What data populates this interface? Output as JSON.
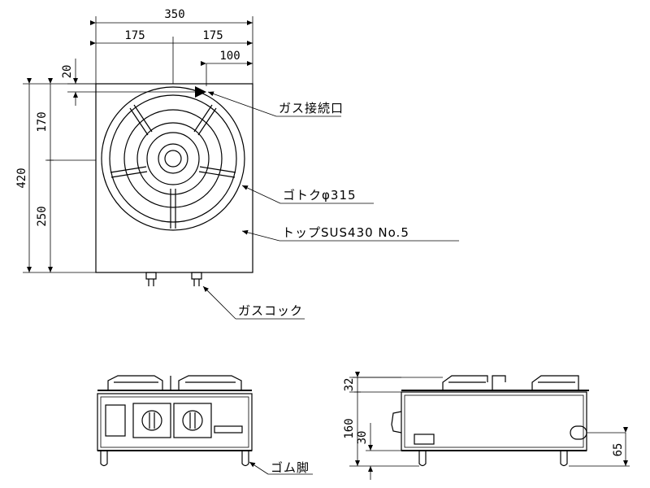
{
  "top_view": {
    "dims": {
      "width_total": "350",
      "half_left": "175",
      "half_right": "175",
      "gas_offset_x": "100",
      "gas_offset_y": "20",
      "height_total": "420",
      "upper_height": "170",
      "lower_height": "250"
    },
    "labels": {
      "gas_connection": "ガス接続口",
      "trivet": "ゴトクφ315",
      "top_plate": "トップSUS430 No.5",
      "gas_cock": "ガスコック"
    }
  },
  "front_view": {
    "labels": {
      "rubber_feet": "ゴム脚"
    }
  },
  "side_view": {
    "dims": {
      "top_height": "32",
      "body_height": "160",
      "leg_height": "30",
      "pipe_height": "65"
    }
  }
}
